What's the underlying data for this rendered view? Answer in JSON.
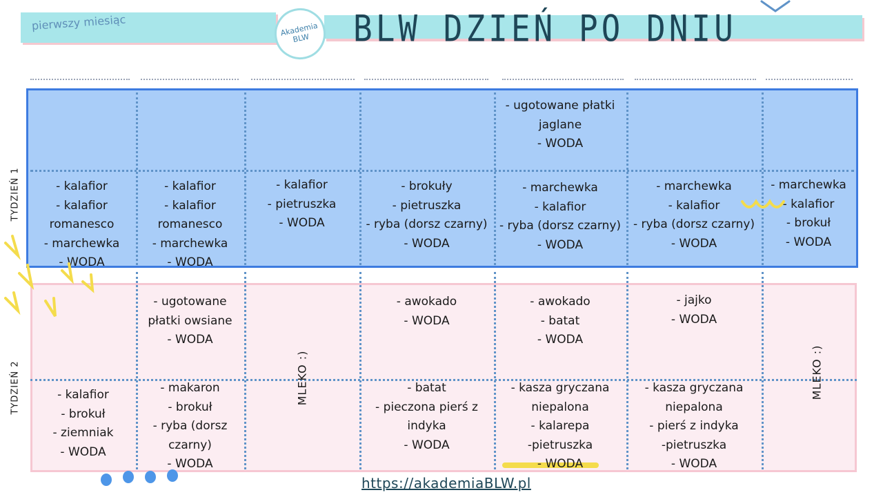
{
  "header": {
    "subtitle": "pierwszy miesiąc",
    "logo_line1": "Akademia",
    "logo_line2": "BLW",
    "title": "BLW DZIEŃ PO DNIU"
  },
  "weeks": [
    {
      "label": "TYDZIEŃ 1"
    },
    {
      "label": "TYDZIEŃ 2"
    }
  ],
  "week1": {
    "top": [
      "",
      "",
      "",
      "",
      "- ugotowane płatki\njaglane\n- WODA",
      "",
      ""
    ],
    "bottom": [
      "- kalafior\n- kalafior\nromanesco\n- marchewka\n- WODA",
      "- kalafior\n- kalafior\nromanesco\n- marchewka\n- WODA",
      "- kalafior\n- pietruszka\n- WODA",
      "- brokuły\n- pietruszka\n- ryba (dorsz czarny)\n- WODA",
      "- marchewka\n- kalafior\n- ryba (dorsz czarny)\n- WODA",
      "- marchewka\n- kalafior\n- ryba (dorsz czarny)\n- WODA",
      "- marchewka\n- kalafior\n- brokuł\n- WODA"
    ]
  },
  "week2": {
    "top": [
      "",
      "- ugotowane\npłatki owsiane\n- WODA",
      "",
      "- awokado\n- WODA",
      "- awokado\n- batat\n- WODA",
      "- jajko\n- WODA",
      ""
    ],
    "bottom": [
      "- kalafior\n- brokuł\n- ziemniak\n- WODA",
      "- makaron\n- brokuł\n- ryba (dorsz\nczarny)\n- WODA",
      "",
      "- batat\n- pieczona pierś z\nindyka\n- WODA",
      "- kasza gryczana\nniepalona\n- kalarepa\n-pietruszka\n- WODA",
      "- kasza gryczana\nniepalona\n- pierś z indyka\n-pietruszka\n- WODA",
      ""
    ],
    "mleko_col3": "MLEKO :)",
    "mleko_col7": "MLEKO :)"
  },
  "footer": {
    "url": "https://akademiaBLW.pl"
  },
  "colors": {
    "week1_bg": "#a9cdf8",
    "week1_border": "#3d7be0",
    "week2_bg": "#fcedf2",
    "week2_border": "#f6c7d2",
    "banner": "#a8e6ea",
    "title": "#1e4657",
    "highlight": "#f4dc4c"
  }
}
